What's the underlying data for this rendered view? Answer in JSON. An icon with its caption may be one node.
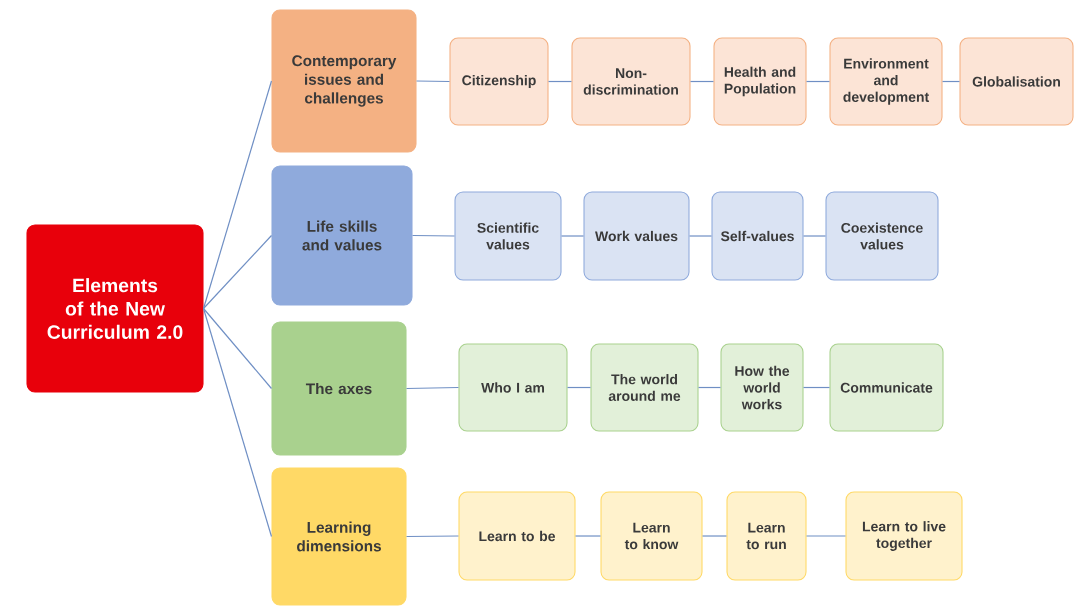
{
  "diagram": {
    "nodes": [
      {
        "text": [
          "Elements of the New Curriculum 2.0"
        ]
      },
      {
        "text": [
          "Contemporary issues and challenges"
        ]
      },
      {
        "text": [
          "Citizenship"
        ]
      },
      {
        "text": [
          "Non-discrimination"
        ]
      },
      {
        "text": [
          "Health and Population"
        ]
      },
      {
        "text": [
          "Environment and development"
        ]
      },
      {
        "text": [
          "Globalisation"
        ]
      },
      {
        "text": [
          "Life skills and values"
        ]
      },
      {
        "text": [
          "Scientific values"
        ]
      },
      {
        "text": [
          "Work values"
        ]
      },
      {
        "text": [
          "Self-values"
        ]
      },
      {
        "text": [
          "Coexistence values"
        ]
      },
      {
        "text": [
          "The axes"
        ]
      },
      {
        "text": [
          "Who I am"
        ]
      },
      {
        "text": [
          "The world around me"
        ]
      },
      {
        "text": [
          "How the world works"
        ]
      },
      {
        "text": [
          "Communicate"
        ]
      },
      {
        "text": [
          "Learning dimensions"
        ]
      },
      {
        "text": [
          "Learn to be"
        ]
      },
      {
        "text": [
          "Learn to know"
        ]
      },
      {
        "text": [
          "Learn to run"
        ]
      },
      {
        "text": [
          "Learn to live together"
        ]
      }
    ],
    "edges": [
      {
        "from": 0,
        "to": 1,
        "arrow": "none"
      },
      {
        "from": 0,
        "to": 7,
        "arrow": "none"
      },
      {
        "from": 0,
        "to": 12,
        "arrow": "none"
      },
      {
        "from": 0,
        "to": 17,
        "arrow": "none"
      },
      {
        "from": 1,
        "to": 2,
        "arrow": "none"
      },
      {
        "from": 2,
        "to": 3,
        "arrow": "none"
      },
      {
        "from": 3,
        "to": 4,
        "arrow": "none"
      },
      {
        "from": 4,
        "to": 5,
        "arrow": "none"
      },
      {
        "from": 5,
        "to": 6,
        "arrow": "none"
      },
      {
        "from": 7,
        "to": 8,
        "arrow": "none"
      },
      {
        "from": 8,
        "to": 9,
        "arrow": "none"
      },
      {
        "from": 9,
        "to": 10,
        "arrow": "none"
      },
      {
        "from": 10,
        "to": 11,
        "arrow": "none"
      },
      {
        "from": 12,
        "to": 13,
        "arrow": "none"
      },
      {
        "from": 13,
        "to": 14,
        "arrow": "none"
      },
      {
        "from": 14,
        "to": 15,
        "arrow": "none"
      },
      {
        "from": 15,
        "to": 16,
        "arrow": "none"
      },
      {
        "from": 17,
        "to": 18,
        "arrow": "none"
      },
      {
        "from": 18,
        "to": 19,
        "arrow": "none"
      },
      {
        "from": 19,
        "to": 20,
        "arrow": "none"
      },
      {
        "from": 20,
        "to": 21,
        "arrow": "none"
      }
    ]
  }
}
